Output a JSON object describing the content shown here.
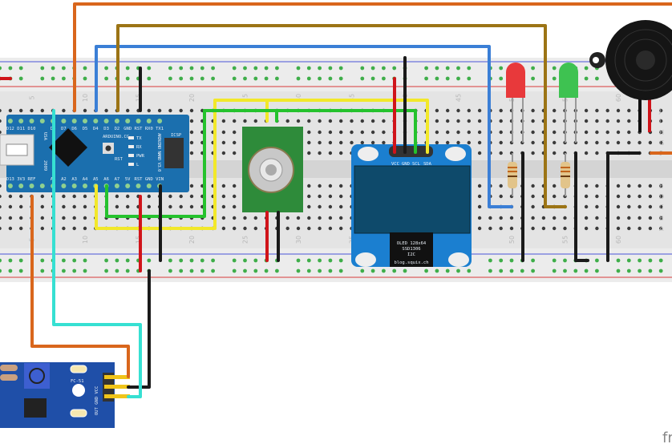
{
  "breadboard": {
    "column_numbers": [
      "5",
      "10",
      "15",
      "20",
      "25",
      "30",
      "35",
      "40",
      "45",
      "50",
      "55",
      "60"
    ],
    "row_letters_top": [
      "J",
      "I",
      "H",
      "G",
      "F"
    ],
    "row_letters_bottom": [
      "E",
      "D",
      "C",
      "B",
      "A"
    ]
  },
  "arduino": {
    "top_pins": [
      "D12",
      "D11",
      "D10",
      "",
      "D8",
      "D7",
      "D6",
      "D5",
      "D4",
      "D3",
      "D2",
      "GND",
      "RST",
      "RX0",
      "TX1"
    ],
    "bottom_pins": [
      "D13",
      "3V3",
      "REF",
      "",
      "A1",
      "A2",
      "A3",
      "A4",
      "A5",
      "A6",
      "A7",
      "5V",
      "RST",
      "GND",
      "VIN"
    ],
    "brand": "ARDUINO.CC",
    "model": "ARDUINO NANO V3.0",
    "icsp": "ICSP",
    "reset": "RST",
    "usa": "USA",
    "year": "2009",
    "leds": [
      "TX",
      "RX",
      "PWR",
      "L"
    ]
  },
  "oled": {
    "pins": [
      "VCC",
      "GND",
      "SCL",
      "SDA"
    ],
    "label_lines": [
      "OLED 128x64",
      "SSD1306",
      "I2C"
    ],
    "url": "blog.squix.ch"
  },
  "ir_sensor": {
    "model": "FC-51",
    "pins": "OUT GND VCC"
  },
  "watermark": "fr",
  "colors": {
    "board_blue": "#1b6fae",
    "wire_orange": "#d9661c",
    "wire_blue": "#3b7fd6",
    "wire_brown": "#9c7415",
    "wire_yellow": "#f2e82a",
    "wire_green": "#25c22d",
    "wire_cyan": "#36e0d2",
    "wire_red": "#d0141a",
    "wire_black": "#1a1a1a"
  }
}
